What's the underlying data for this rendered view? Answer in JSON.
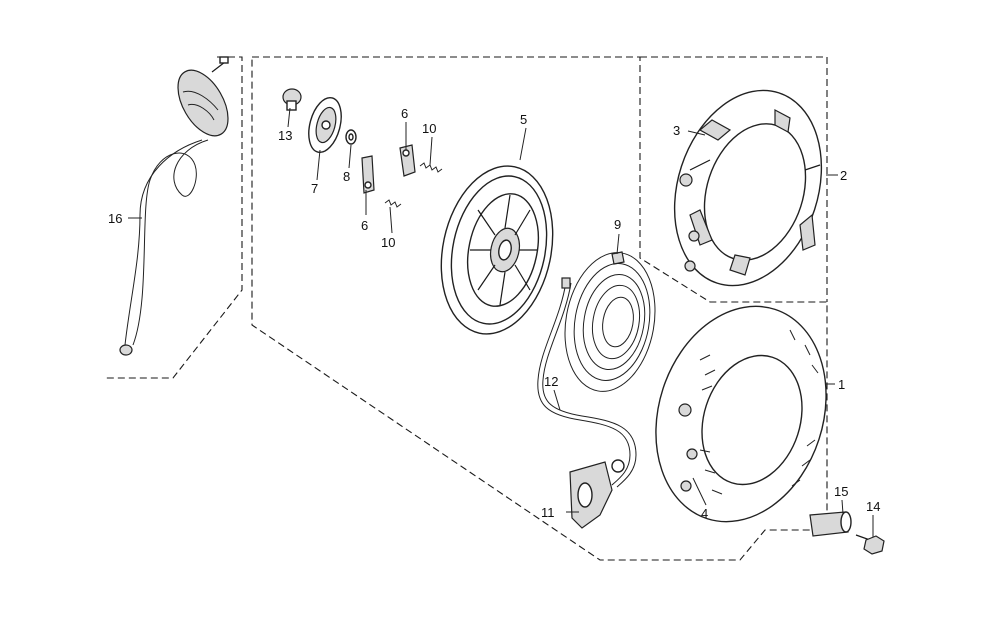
{
  "callouts": {
    "c1": "1",
    "c2": "2",
    "c3": "3",
    "c4": "4",
    "c5": "5",
    "c6a": "6",
    "c6b": "6",
    "c7": "7",
    "c8": "8",
    "c9": "9",
    "c10a": "10",
    "c10b": "10",
    "c11": "11",
    "c12": "12",
    "c13": "13",
    "c14": "14",
    "c15": "15",
    "c16": "16"
  }
}
